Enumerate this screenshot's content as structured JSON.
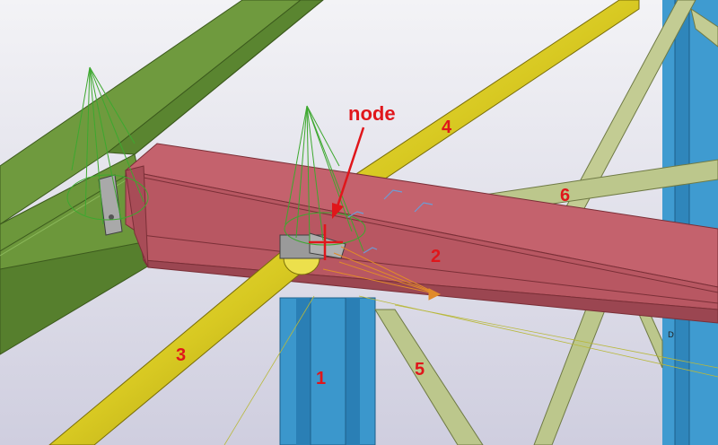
{
  "callout": {
    "text": "node"
  },
  "members": [
    {
      "id": "1",
      "label": "1"
    },
    {
      "id": "2",
      "label": "2"
    },
    {
      "id": "3",
      "label": "3"
    },
    {
      "id": "4",
      "label": "4"
    },
    {
      "id": "5",
      "label": "5"
    },
    {
      "id": "6",
      "label": "6"
    }
  ],
  "marker": {
    "text": "D"
  },
  "colors": {
    "background": "#e6e6ee",
    "green_beam": "#6f9a3e",
    "pink_beam": "#c4626d",
    "blue_column": "#3b97cc",
    "yellow_pipe": "#d9cc2a",
    "olive_brace": "#bcc78c",
    "annotation": "#e0161b",
    "load_green": "#3da82f"
  }
}
